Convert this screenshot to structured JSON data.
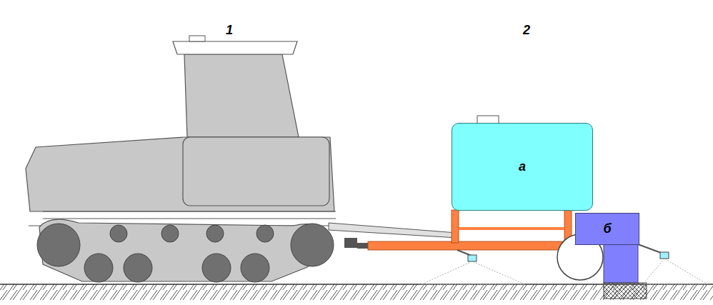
{
  "diagram": {
    "nodes": [
      {
        "text": [
          "а"
        ]
      },
      {
        "text": [
          "б"
        ]
      }
    ],
    "labels": [
      "1",
      "2"
    ]
  }
}
